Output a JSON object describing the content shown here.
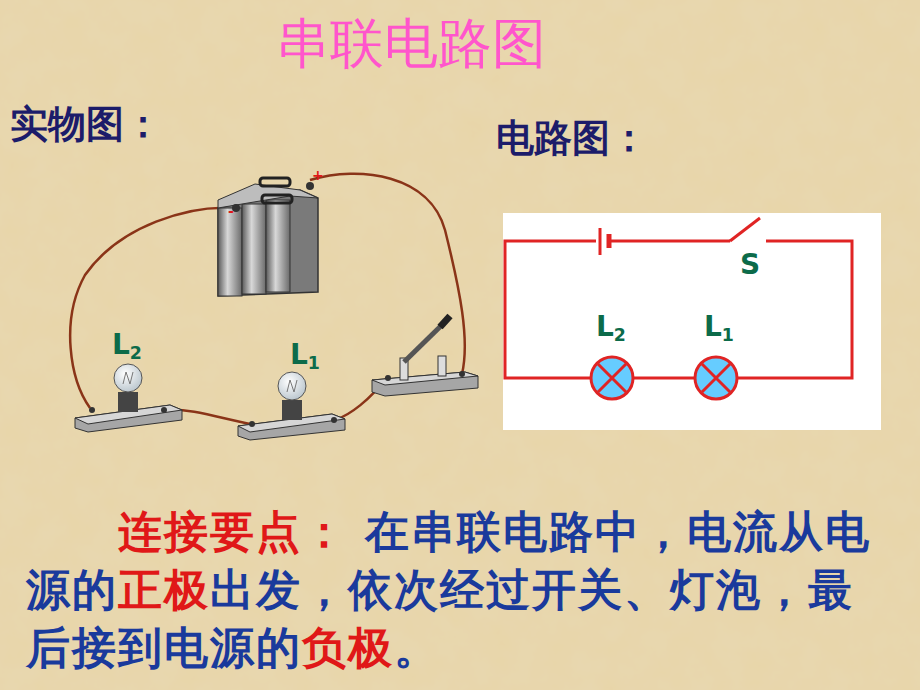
{
  "diagram": {
    "title": "串联电路图",
    "labels": [
      "实物图：",
      "+",
      "-",
      "L2",
      "L1",
      "电路图：",
      "S",
      "L2",
      "L1",
      "连接要点：",
      " 在串联电路中，电流从电源的",
      "正极",
      "出发，依次经过开关、灯泡，最后接到电源的",
      "负极",
      "。"
    ]
  }
}
